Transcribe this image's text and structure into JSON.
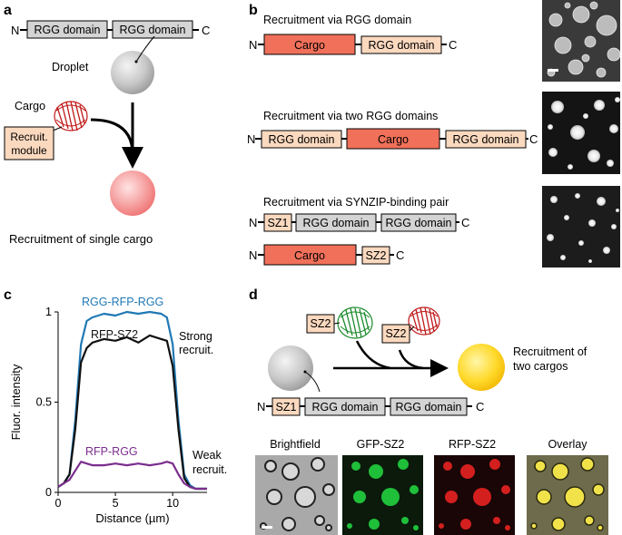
{
  "panel_a": {
    "label": "a",
    "n_term": "N",
    "c_term": "C",
    "domain1": "RGG domain",
    "domain2": "RGG domain",
    "droplet_label": "Droplet",
    "cargo_label": "Cargo",
    "recruit_line1": "Recruit.",
    "recruit_line2": "module",
    "caption": "Recruitment of single cargo"
  },
  "panel_b": {
    "label": "b",
    "row1": {
      "title": "Recruitment via RGG domain",
      "n": "N",
      "cargo": "Cargo",
      "rgg": "RGG domain",
      "c": "C"
    },
    "row2": {
      "title": "Recruitment via two RGG domains",
      "n": "N",
      "rgg1": "RGG domain",
      "cargo": "Cargo",
      "rgg2": "RGG domain",
      "c": "C"
    },
    "row3": {
      "title": "Recruitment via SYNZIP-binding pair",
      "n1": "N",
      "sz1": "SZ1",
      "rgg1": "RGG domain",
      "rgg2": "RGG domain",
      "c1": "C",
      "n2": "N",
      "cargo": "Cargo",
      "sz2": "SZ2",
      "c2": "C"
    }
  },
  "panel_c": {
    "label": "c",
    "chart_data": {
      "type": "line",
      "xlabel": "Distance (µm)",
      "ylabel": "Fluor. intensity",
      "xlim": [
        0,
        13
      ],
      "ylim": [
        0,
        1
      ],
      "xticks": [
        "0",
        "5",
        "10"
      ],
      "yticks": [
        "0",
        "0.5",
        "1"
      ],
      "series": [
        {
          "name": "RGG-RFP-RGG",
          "color": "#1f78b4",
          "x": [
            0,
            0.5,
            1.0,
            1.5,
            2.0,
            2.5,
            3,
            4,
            5,
            6,
            7,
            8,
            9,
            9.5,
            10.0,
            10.5,
            11.0,
            11.5,
            12,
            13
          ],
          "y": [
            0.03,
            0.05,
            0.1,
            0.4,
            0.82,
            0.95,
            0.97,
            0.99,
            0.98,
            1.0,
            0.99,
            1.0,
            0.99,
            0.97,
            0.82,
            0.4,
            0.1,
            0.04,
            0.02,
            0.02
          ]
        },
        {
          "name": "RFP-SZ2",
          "color": "#111111",
          "x": [
            0,
            0.5,
            1.0,
            1.5,
            2.0,
            2.5,
            3,
            4,
            5,
            6,
            7,
            8,
            9,
            9.5,
            10.0,
            10.5,
            11.0,
            11.5,
            12,
            13
          ],
          "y": [
            0.03,
            0.05,
            0.1,
            0.35,
            0.72,
            0.8,
            0.83,
            0.85,
            0.84,
            0.86,
            0.83,
            0.87,
            0.85,
            0.84,
            0.7,
            0.35,
            0.08,
            0.03,
            0.02,
            0.02
          ]
        },
        {
          "name": "RFP-RGG",
          "color": "#7b2d8e",
          "x": [
            0,
            0.5,
            1.0,
            1.5,
            2.0,
            2.5,
            3,
            4,
            5,
            6,
            7,
            8,
            9,
            9.5,
            10.0,
            10.5,
            11.0,
            11.5,
            12,
            13
          ],
          "y": [
            0.03,
            0.05,
            0.07,
            0.12,
            0.17,
            0.16,
            0.15,
            0.15,
            0.16,
            0.15,
            0.16,
            0.15,
            0.16,
            0.17,
            0.16,
            0.1,
            0.05,
            0.03,
            0.02,
            0.02
          ]
        }
      ],
      "annotations": [
        "Strong",
        "recruit.",
        "Weak",
        "recruit."
      ]
    }
  },
  "panel_d": {
    "label": "d",
    "sz2_a": "SZ2",
    "sz2_b": "SZ2",
    "result_line1": "Recruitment of",
    "result_line2": "two cargos",
    "n": "N",
    "sz1": "SZ1",
    "rgg1": "RGG domain",
    "rgg2": "RGG domain",
    "c": "C",
    "micro_labels": [
      "Brightfield",
      "GFP-SZ2",
      "RFP-SZ2",
      "Overlay"
    ]
  },
  "colors": {
    "cargo": "#f0705a",
    "rgg": "#d4d4d4",
    "sz": "#fbd9bf",
    "rgg_light": "#fbd9bf",
    "rgg_blue": "#1f78b4",
    "purple": "#7b2d8e",
    "gfp": "#1fbf3a",
    "rfp": "#d41f1f",
    "overlay": "#f2e24a",
    "gold": "#f5c400"
  }
}
